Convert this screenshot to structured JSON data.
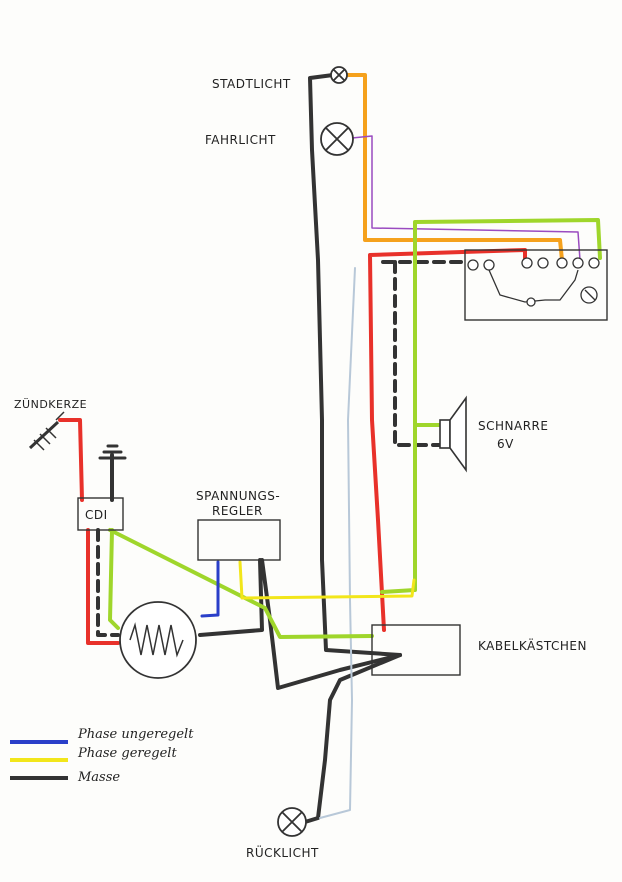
{
  "labels": {
    "standlicht": "STADTLICHT",
    "fahrlicht": "FAHRLICHT",
    "zuendkerze": "ZÜNDKERZE",
    "cdi": "CDI",
    "regler_line1": "SPANNUNGS-",
    "regler_line2": "REGLER",
    "schnarre_line1": "SCHNARRE",
    "schnarre_line2": "6V",
    "kabelkaestchen": "KABELKÄSTCHEN",
    "ruecklicht": "RÜCKLICHT"
  },
  "legend": [
    {
      "label": "Phase ungeregelt",
      "color": "#2a3fc9"
    },
    {
      "label": "Phase geregelt",
      "color": "#f2e61a"
    },
    {
      "label": "Masse",
      "color": "#333333"
    }
  ],
  "colors": {
    "red": "#e8312a",
    "green": "#9fd62b",
    "orange": "#f5a11c",
    "purple": "#9a4bc0",
    "gray": "#333333",
    "lightblue": "#b8c8d8",
    "blue": "#2a3fc9",
    "yellow": "#f2e61a"
  }
}
